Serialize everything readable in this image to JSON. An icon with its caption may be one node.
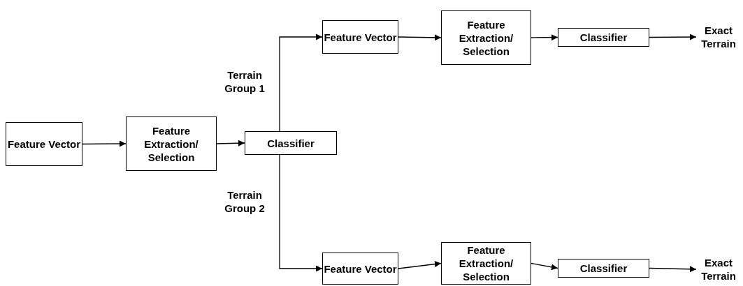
{
  "diagram": {
    "nodes": [
      {
        "text": [
          "Feature Vector"
        ]
      },
      {
        "text": [
          "Feature Extraction/ Selection"
        ]
      },
      {
        "text": [
          "Classifier"
        ]
      },
      {
        "text": [
          "Feature Vector"
        ]
      },
      {
        "text": [
          "Feature Extraction/ Selection"
        ]
      },
      {
        "text": [
          "Classifier"
        ]
      },
      {
        "text": [
          "Exact Terrain"
        ]
      },
      {
        "text": [
          "Feature Vector"
        ]
      },
      {
        "text": [
          "Feature Extraction/ Selection"
        ]
      },
      {
        "text": [
          "Classifier"
        ]
      },
      {
        "text": [
          "Exact Terrain"
        ]
      }
    ],
    "edges": [
      {
        "from": 0,
        "to": 1,
        "arrow": "to"
      },
      {
        "from": 1,
        "to": 2,
        "arrow": "to"
      },
      {
        "from": 2,
        "to": 3,
        "arrow": "to",
        "label": "Terrain Group 1"
      },
      {
        "from": 3,
        "to": 4,
        "arrow": "to"
      },
      {
        "from": 4,
        "to": 5,
        "arrow": "to"
      },
      {
        "from": 5,
        "to": 6,
        "arrow": "to"
      },
      {
        "from": 2,
        "to": 7,
        "arrow": "to",
        "label": "Terrain Group 2"
      },
      {
        "from": 7,
        "to": 8,
        "arrow": "to"
      },
      {
        "from": 8,
        "to": 9,
        "arrow": "to"
      },
      {
        "from": 9,
        "to": 10,
        "arrow": "to"
      }
    ]
  }
}
